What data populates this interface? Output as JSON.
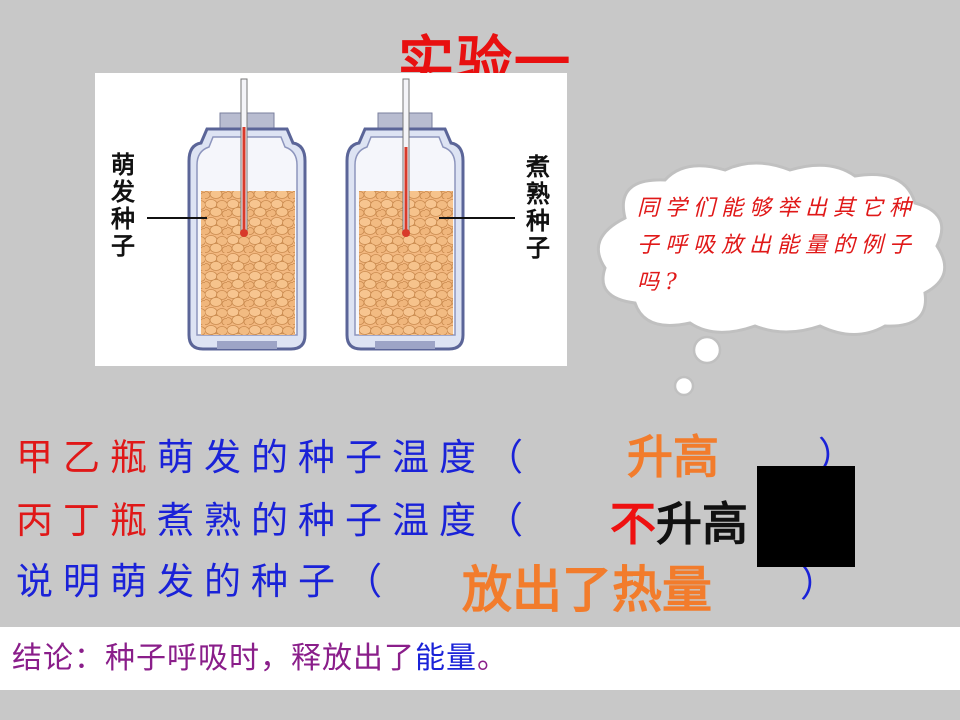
{
  "title": "实验一",
  "figure": {
    "left_label": "萌发种子",
    "right_label": "煮熟种子"
  },
  "cloud": {
    "text": "同学们能够举出其它种子呼吸放出能量的例子吗?"
  },
  "observations": [
    {
      "prefix": "甲乙瓶",
      "body": "萌发的种子温度（",
      "close": "）",
      "answer": "升高"
    },
    {
      "prefix": "丙丁瓶",
      "body": "煮熟的种子温度（",
      "answer_red": "不",
      "answer_black": "升高"
    },
    {
      "prefix": "",
      "body": "说明萌发的种子（",
      "close": "）",
      "answer": "放出了热量"
    }
  ],
  "conclusion": {
    "text": "结论：种子呼吸时，释放出了",
    "highlight": "能量",
    "end": "。"
  },
  "colors": {
    "title": "#e81010",
    "red_text": "#e01818",
    "blue_text": "#1a22d8",
    "answer_orange": "#f27c2c",
    "conclusion_purple": "#8a1e8a",
    "background": "#c8c8c8"
  }
}
